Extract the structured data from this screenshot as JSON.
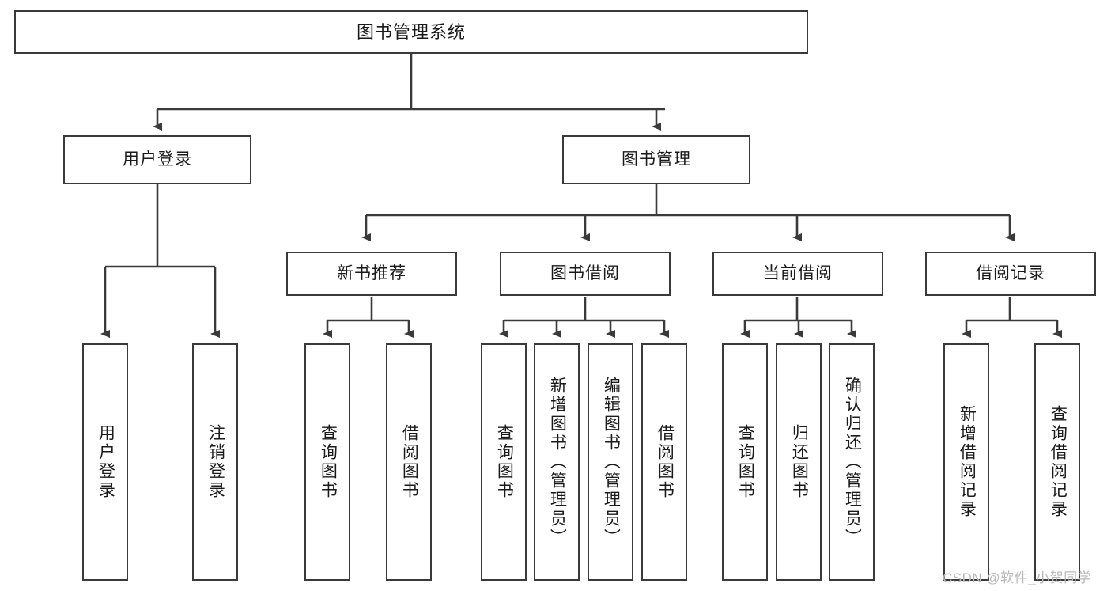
{
  "diagram": {
    "type": "tree",
    "title": "图书管理系统",
    "watermark": "CSDN @软件_小贺同学",
    "colors": {
      "stroke": "#3a3a3a",
      "fill": "#ffffff",
      "text": "#1a1a1a",
      "watermark": "#b9b9b9"
    },
    "nodes": {
      "root": {
        "label": "图书管理系统"
      },
      "level2": [
        {
          "label": "用户登录"
        },
        {
          "label": "图书管理"
        }
      ],
      "level3": [
        {
          "label": "新书推荐"
        },
        {
          "label": "图书借阅"
        },
        {
          "label": "当前借阅"
        },
        {
          "label": "借阅记录"
        }
      ],
      "leaves": {
        "user_login": [
          {
            "label": "用户登录"
          },
          {
            "label": "注销登录"
          }
        ],
        "new_book": [
          {
            "label": "查询图书"
          },
          {
            "label": "借阅图书"
          }
        ],
        "book_borrow": [
          {
            "label": "查询图书"
          },
          {
            "label": "新增图书（管理员）"
          },
          {
            "label": "编辑图书（管理员）"
          },
          {
            "label": "借阅图书"
          }
        ],
        "current_borrow": [
          {
            "label": "查询图书"
          },
          {
            "label": "归还图书"
          },
          {
            "label": "确认归还（管理员）"
          }
        ],
        "borrow_record": [
          {
            "label": "新增借阅记录"
          },
          {
            "label": "查询借阅记录"
          }
        ]
      }
    }
  }
}
